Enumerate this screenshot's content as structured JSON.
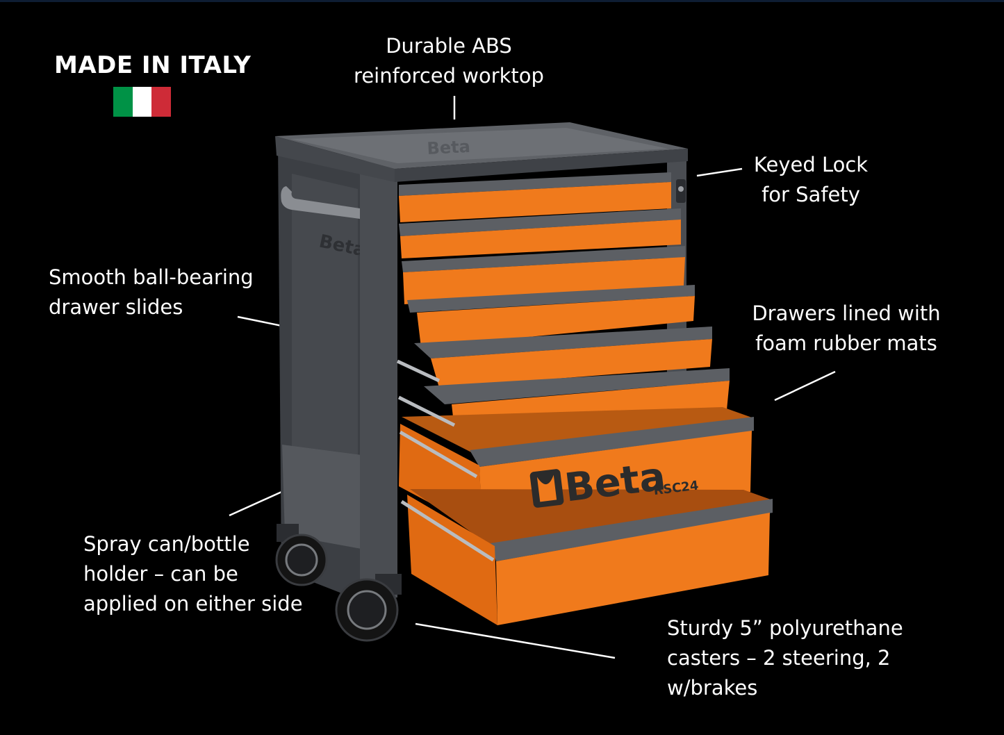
{
  "badge": {
    "made_in": "MADE IN ITALY",
    "flag_colors": [
      "#009246",
      "#ffffff",
      "#ce2b37"
    ]
  },
  "callouts": {
    "worktop": [
      "Durable ABS",
      "reinforced worktop"
    ],
    "lock": [
      "Keyed Lock",
      "for Safety"
    ],
    "slides": [
      "Smooth ball-bearing",
      "drawer slides"
    ],
    "mats": [
      "Drawers lined with",
      "foam rubber mats"
    ],
    "holder": [
      "Spray can/bottle",
      "holder – can be",
      "applied on either side"
    ],
    "casters": [
      "Sturdy 5” polyurethane",
      "casters – 2 steering, 2",
      "w/brakes"
    ]
  },
  "product": {
    "brand": "Beta",
    "model": "RSC24",
    "drawer_count": 8,
    "colors": {
      "drawer_orange": "#f07a1c",
      "body_grey": "#4a4d52",
      "handle_grey": "#5c5f64",
      "background": "#000000"
    }
  },
  "icons": [
    "italy-flag-icon",
    "beta-logo-icon"
  ]
}
